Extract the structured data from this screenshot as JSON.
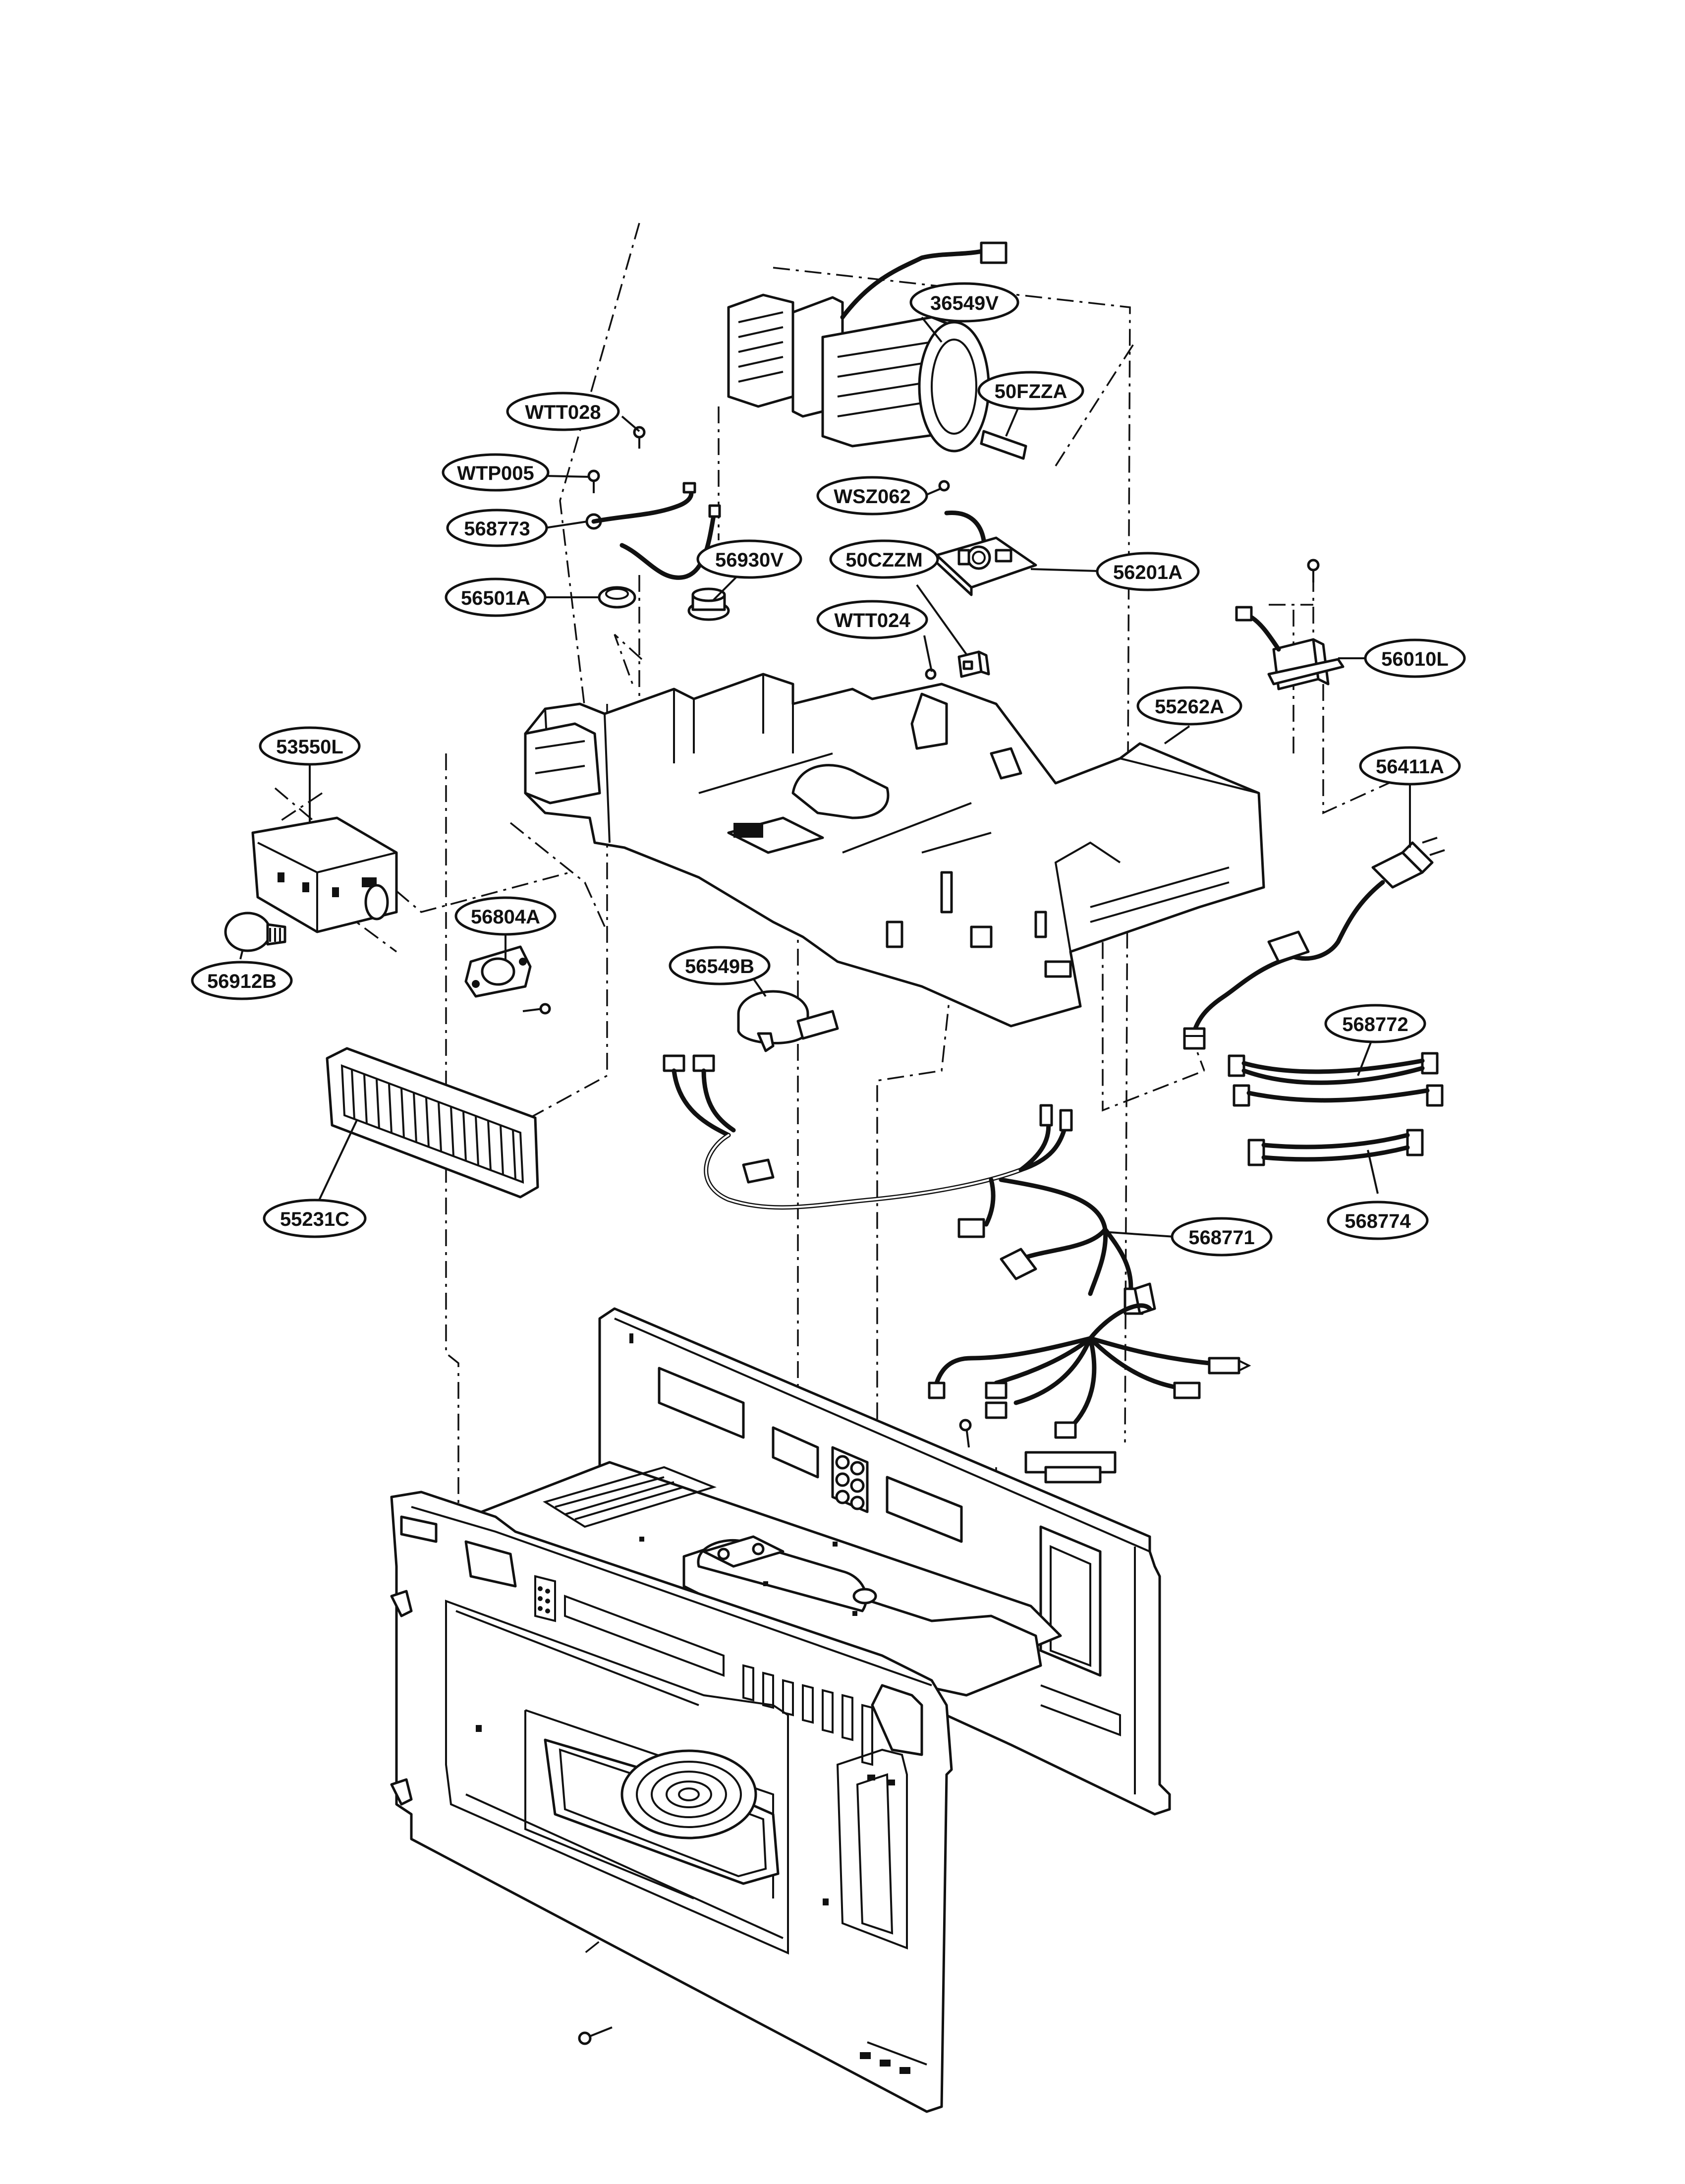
{
  "callouts": [
    {
      "id": "36549V",
      "label": "36549V"
    },
    {
      "id": "50FZZA",
      "label": "50FZZA"
    },
    {
      "id": "WTT028",
      "label": "WTT028"
    },
    {
      "id": "WTP005",
      "label": "WTP005"
    },
    {
      "id": "WSZ062",
      "label": "WSZ062"
    },
    {
      "id": "568773",
      "label": "568773"
    },
    {
      "id": "56930V",
      "label": "56930V"
    },
    {
      "id": "50CZZM",
      "label": "50CZZM"
    },
    {
      "id": "56201A",
      "label": "56201A"
    },
    {
      "id": "56501A",
      "label": "56501A"
    },
    {
      "id": "WTT024",
      "label": "WTT024"
    },
    {
      "id": "56010L",
      "label": "56010L"
    },
    {
      "id": "55262A",
      "label": "55262A"
    },
    {
      "id": "53550L",
      "label": "53550L"
    },
    {
      "id": "56411A",
      "label": "56411A"
    },
    {
      "id": "56804A",
      "label": "56804A"
    },
    {
      "id": "56549B",
      "label": "56549B"
    },
    {
      "id": "56912B",
      "label": "56912B"
    },
    {
      "id": "568772",
      "label": "568772"
    },
    {
      "id": "55231C",
      "label": "55231C"
    },
    {
      "id": "568774",
      "label": "568774"
    },
    {
      "id": "568771",
      "label": "568771"
    }
  ]
}
